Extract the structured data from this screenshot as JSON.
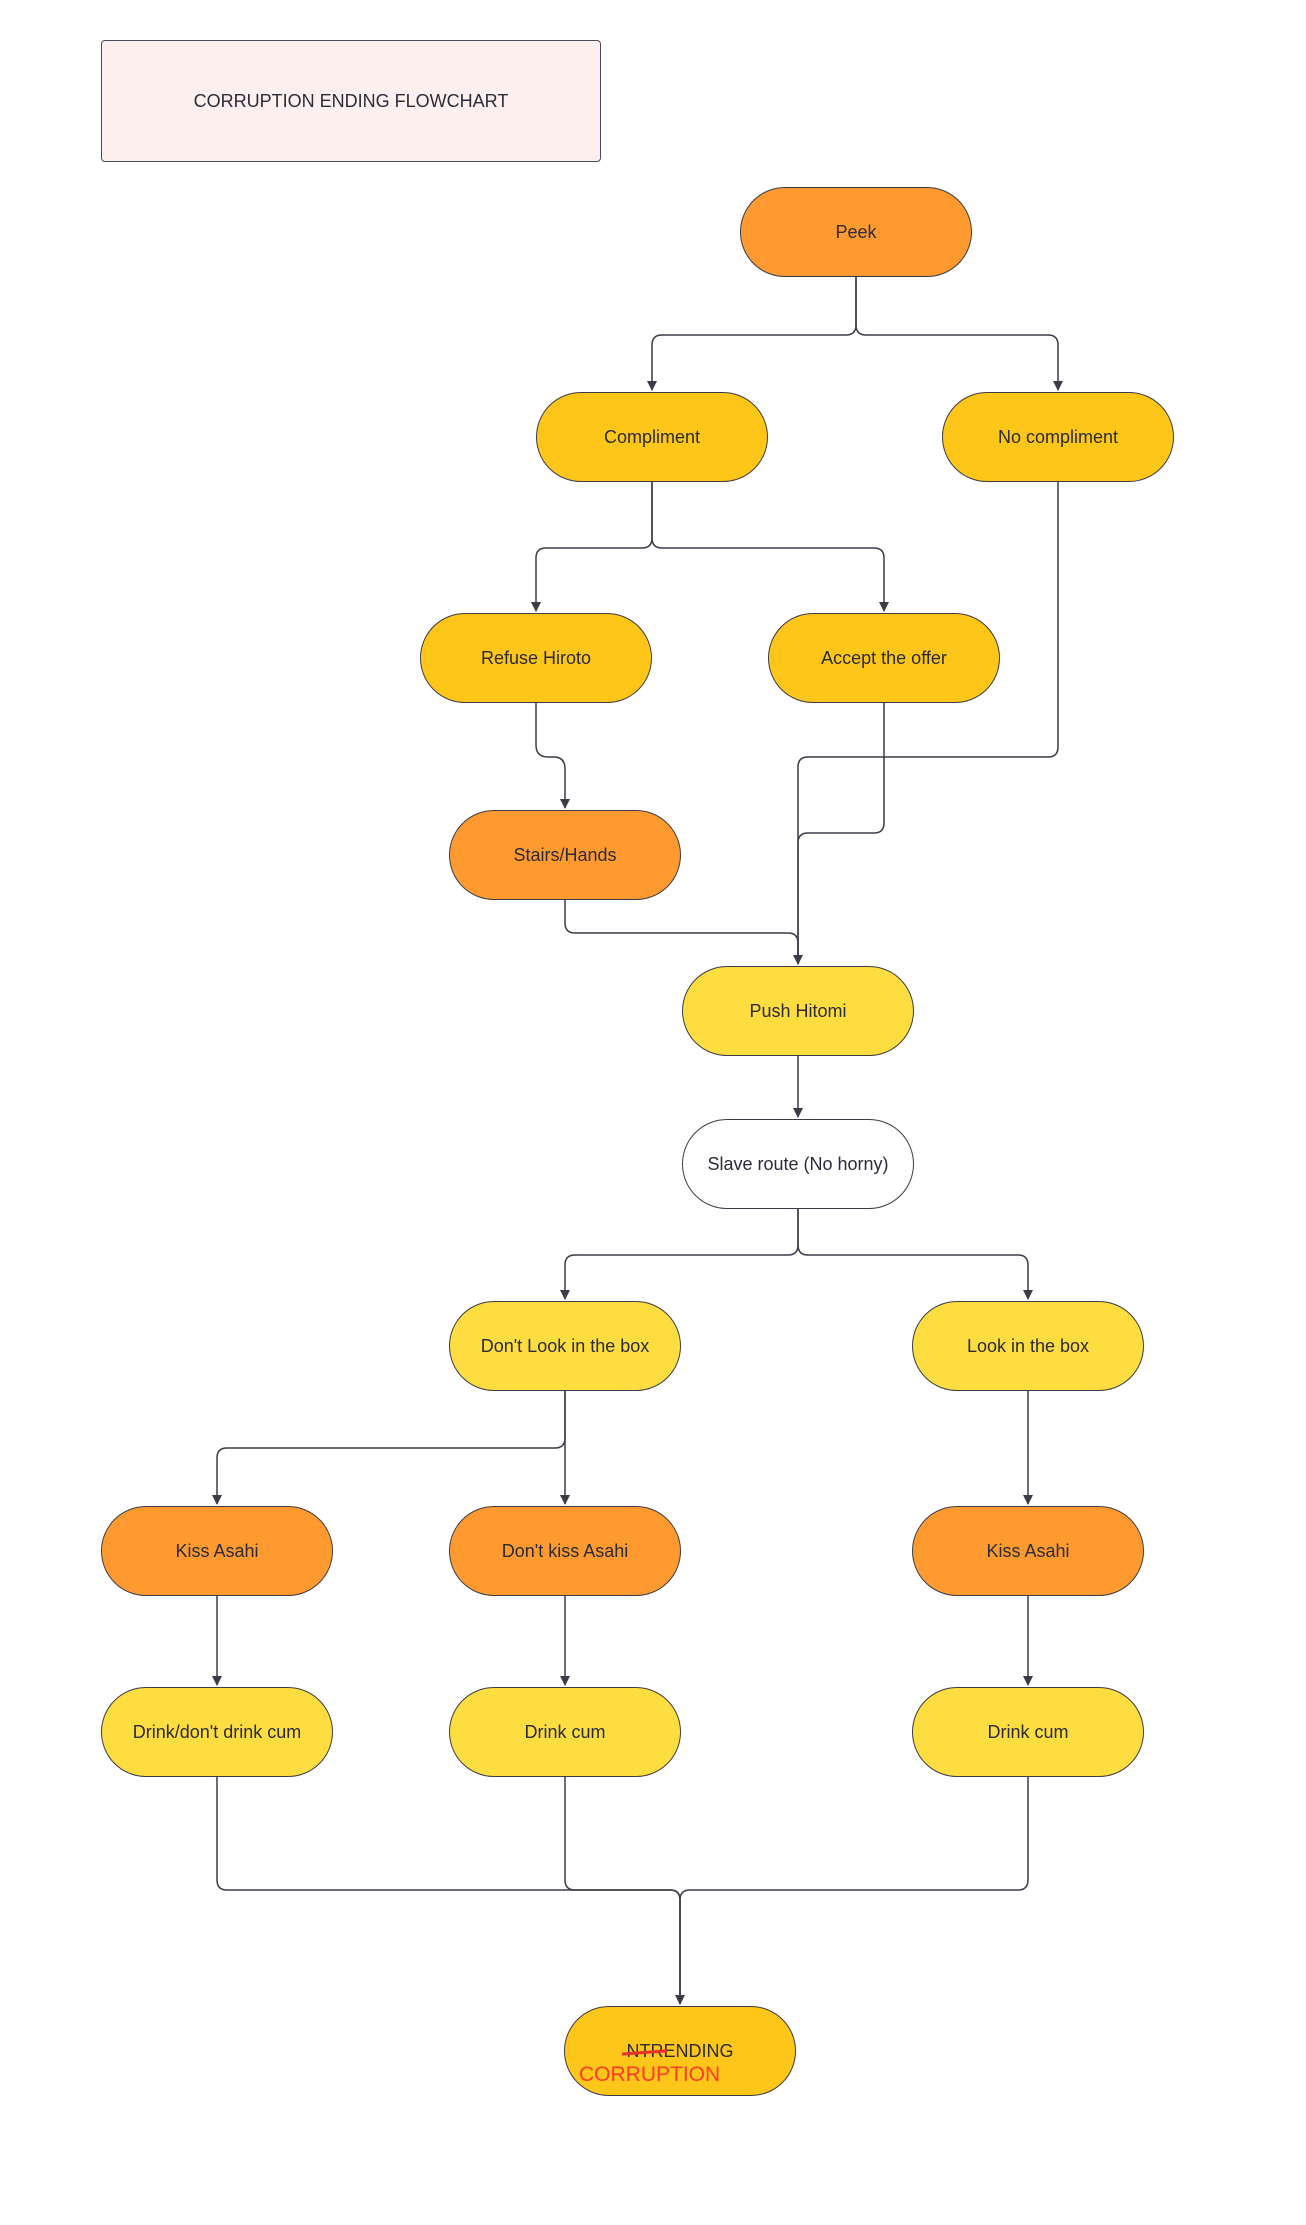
{
  "title": "CORRUPTION ENDING FLOWCHART",
  "colors": {
    "orange": "#ff9a30",
    "gold": "#fec618",
    "yellow": "#fddd40",
    "white": "#ffffff",
    "line": "#3c3c48",
    "strike": "#e8322a",
    "note": "#ff3a2a"
  },
  "nodes": {
    "peek": "Peek",
    "compliment": "Compliment",
    "no_compliment": "No compliment",
    "refuse_hiroto": "Refuse Hiroto",
    "accept_offer": "Accept the offer",
    "stairs_hands": "Stairs/Hands",
    "push_hitomi": "Push Hitomi",
    "slave_route": "Slave route (No horny)",
    "dont_look_box": "Don't Look in the box",
    "look_box": "Look in the box",
    "kiss_asahi_left": "Kiss Asahi",
    "dont_kiss_asahi": "Don't kiss Asahi",
    "kiss_asahi_right": "Kiss Asahi",
    "drink_dont_drink": "Drink/don't drink cum",
    "drink_cum_mid": "Drink cum",
    "drink_cum_right": "Drink cum",
    "ending": {
      "struck": "NTR",
      "main": "ENDING",
      "note": "CORRUPTION"
    }
  }
}
